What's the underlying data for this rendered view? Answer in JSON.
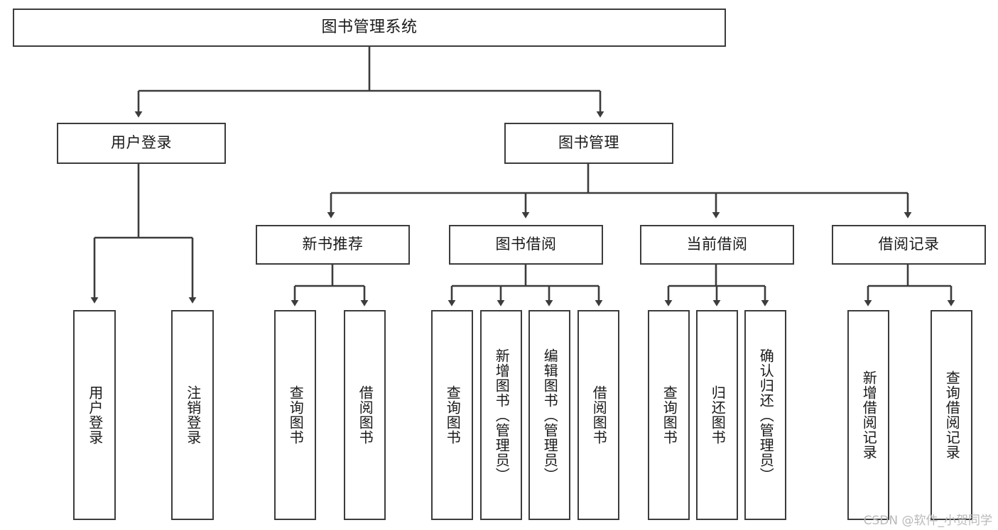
{
  "diagram": {
    "title": "图书管理系统",
    "type": "tree",
    "watermark": "CSDN @软件_小贺同学",
    "colors": {
      "box_border": "#3c3c3c",
      "box_fill": "#ffffff",
      "edge": "#3c3c3c",
      "text": "#1a1a1a",
      "watermark": "#b9b9b9",
      "background": "#ffffff"
    },
    "nodes": {
      "root": {
        "label": "图书管理系统"
      },
      "level2": [
        {
          "id": "user-login",
          "label": "用户登录"
        },
        {
          "id": "book-management",
          "label": "图书管理"
        }
      ],
      "level3": [
        {
          "id": "new-book-recommend",
          "label": "新书推荐"
        },
        {
          "id": "book-borrow",
          "label": "图书借阅"
        },
        {
          "id": "current-borrow",
          "label": "当前借阅"
        },
        {
          "id": "borrow-record",
          "label": "借阅记录"
        }
      ],
      "leaves": {
        "user_login": [
          {
            "id": "leaf-user-login",
            "label": "用户登录"
          },
          {
            "id": "leaf-logout-login",
            "label": "注销登录"
          }
        ],
        "new_book_recommend": [
          {
            "id": "leaf-query-book-1",
            "label": "查询图书"
          },
          {
            "id": "leaf-borrow-book-1",
            "label": "借阅图书"
          }
        ],
        "book_borrow": [
          {
            "id": "leaf-query-book-2",
            "label": "查询图书"
          },
          {
            "id": "leaf-add-book-admin",
            "label": "新增图书（管理员）"
          },
          {
            "id": "leaf-edit-book-admin",
            "label": "编辑图书（管理员）"
          },
          {
            "id": "leaf-borrow-book-2",
            "label": "借阅图书"
          }
        ],
        "current_borrow": [
          {
            "id": "leaf-query-book-3",
            "label": "查询图书"
          },
          {
            "id": "leaf-return-book",
            "label": "归还图书"
          },
          {
            "id": "leaf-confirm-return-admin",
            "label": "确认归还（管理员）"
          }
        ],
        "borrow_record": [
          {
            "id": "leaf-add-borrow-record",
            "label": "新增借阅记录"
          },
          {
            "id": "leaf-query-borrow-record",
            "label": "查询借阅记录"
          }
        ]
      }
    }
  }
}
